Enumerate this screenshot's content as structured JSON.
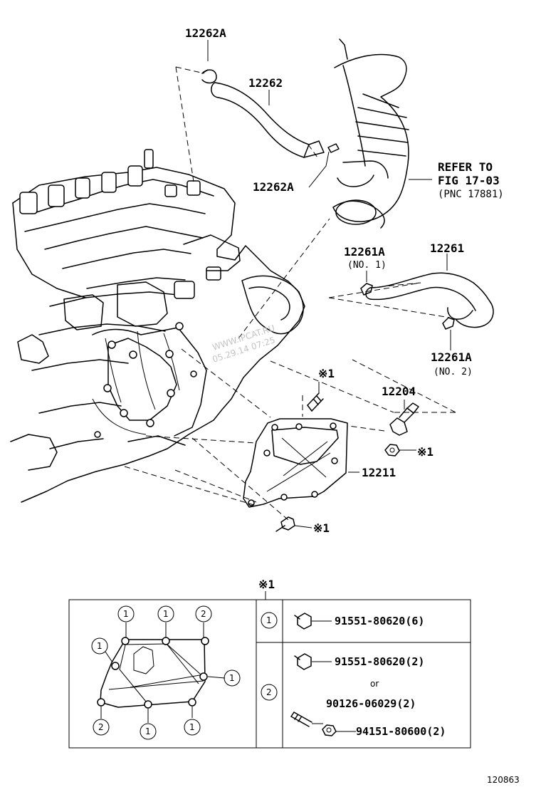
{
  "labels": {
    "part_12262A_top": "12262A",
    "part_12262": "12262",
    "part_12262A_mid": "12262A",
    "refer_line1": "REFER TO",
    "refer_line2": "FIG 17-03",
    "refer_line3": "(PNC 17881)",
    "part_12261A_no1": "12261A",
    "part_12261A_no1_sub": "(NO. 1)",
    "part_12261": "12261",
    "part_12261A_no2": "12261A",
    "part_12261A_no2_sub": "(NO. 2)",
    "part_12204": "12204",
    "part_12211": "12211",
    "ref_mark_1": "※1",
    "ref_mark_2": "※1",
    "ref_mark_3": "※1",
    "table_ref": "※1",
    "figure_id": "120863"
  },
  "watermark": {
    "line1": "WWW.IPCAT.RU",
    "line2": "05.29.14 07:25"
  },
  "table": {
    "diagram_numbers": [
      "1",
      "1",
      "2",
      "1",
      "1",
      "2",
      "1",
      "1"
    ],
    "rows": [
      {
        "number": "1",
        "items": [
          "91551-80620(6)"
        ]
      },
      {
        "number": "2",
        "items": [
          "91551-80620(2)",
          "or",
          "90126-06029(2)",
          "94151-80600(2)"
        ]
      }
    ]
  },
  "icons": [
    "bolt-icon",
    "stud-icon",
    "nut-icon",
    "clip-icon",
    "hose-icon",
    "engine-block-icon",
    "sensor-icon",
    "bracket-icon"
  ],
  "colors": {
    "line": "#000000",
    "background": "#ffffff",
    "watermark": "#b9b9b9"
  }
}
